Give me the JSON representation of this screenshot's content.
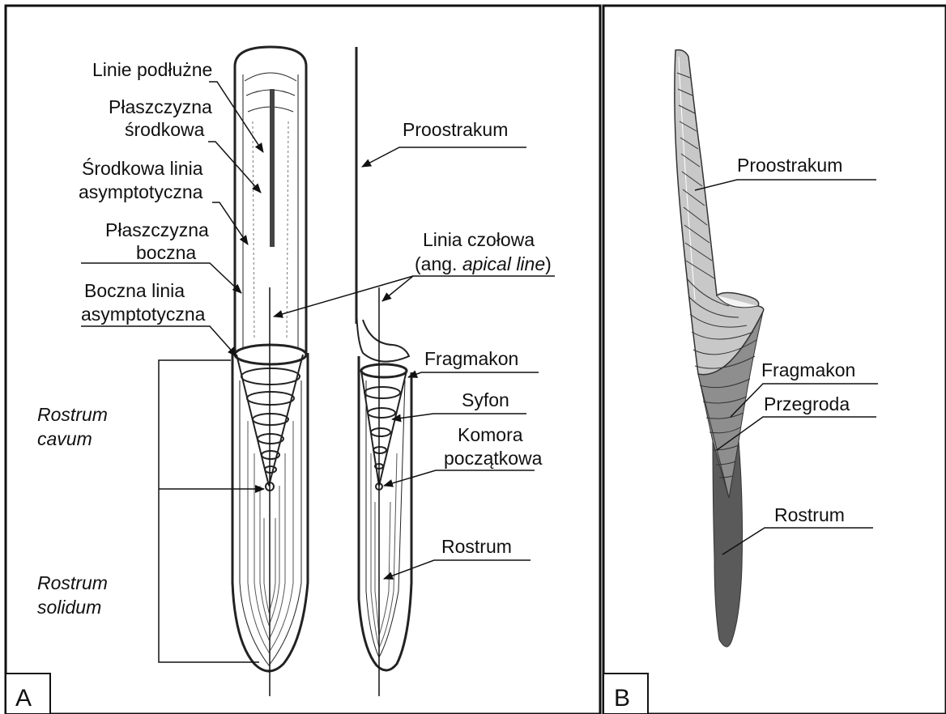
{
  "panel_a": {
    "letter": "A",
    "labels": {
      "linie_podluzne": "Linie podłużne",
      "plaszczyzna_srodkowa_1": "Płaszczyzna",
      "plaszczyzna_srodkowa_2": "środkowa",
      "srodkowa_linia_1": "Środkowa linia",
      "srodkowa_linia_2": "asymptotyczna",
      "plaszczyzna_boczna_1": "Płaszczyzna",
      "plaszczyzna_boczna_2": "boczna",
      "boczna_linia_1": "Boczna linia",
      "boczna_linia_2": "asymptotyczna",
      "rostrum_cavum_1": "Rostrum",
      "rostrum_cavum_2": "cavum",
      "rostrum_solidum_1": "Rostrum",
      "rostrum_solidum_2": "solidum",
      "proostrakum": "Proostrakum",
      "linia_czolowa_1": "Linia czołowa",
      "linia_czolowa_2a": "(ang. ",
      "linia_czolowa_2b": "apical line",
      "linia_czolowa_2c": ")",
      "fragmakon": "Fragmakon",
      "syfon": "Syfon",
      "komora_1": "Komora",
      "komora_2": "początkowa",
      "rostrum": "Rostrum"
    }
  },
  "panel_b": {
    "letter": "B",
    "labels": {
      "proostrakum": "Proostrakum",
      "fragmakon": "Fragmakon",
      "przegroda": "Przegroda",
      "rostrum": "Rostrum"
    },
    "colors": {
      "proostracum_fill": "#c8c8c8",
      "phragmocone_fill": "#8e8e8e",
      "rostrum_fill": "#5a5a5a",
      "outline": "#333333"
    }
  }
}
